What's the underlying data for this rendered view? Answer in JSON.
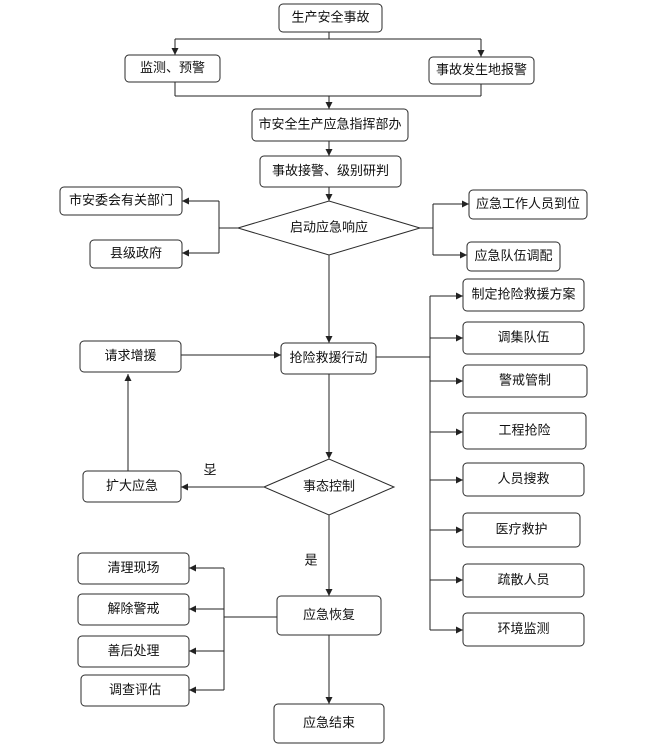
{
  "nodes": {
    "accident": "生产安全事故",
    "monitor": "监测、预警",
    "report": "事故发生地报警",
    "command": "市安全生产应急指挥部办",
    "receive": "事故接警、级别研判",
    "start": "启动应急响应",
    "committee": "市安委会有关部门",
    "county": "县级政府",
    "staff": "应急工作人员到位",
    "teams": "应急队伍调配",
    "rescue": "抢险救援行动",
    "request": "请求增援",
    "expand": "扩大应急",
    "control": "事态控制",
    "recover": "应急恢复",
    "end": "应急结束",
    "plan": "制定抢险救援方案",
    "gather": "调集队伍",
    "guard": "警戒管制",
    "engineering": "工程抢险",
    "search": "人员搜救",
    "medical": "医疗救护",
    "evacuate": "疏散人员",
    "envmon": "环境监测",
    "clean": "清理现场",
    "lift": "解除警戒",
    "aftermath": "善后处理",
    "investigate": "调查评估"
  },
  "labels": {
    "no": "否",
    "yes": "是"
  }
}
